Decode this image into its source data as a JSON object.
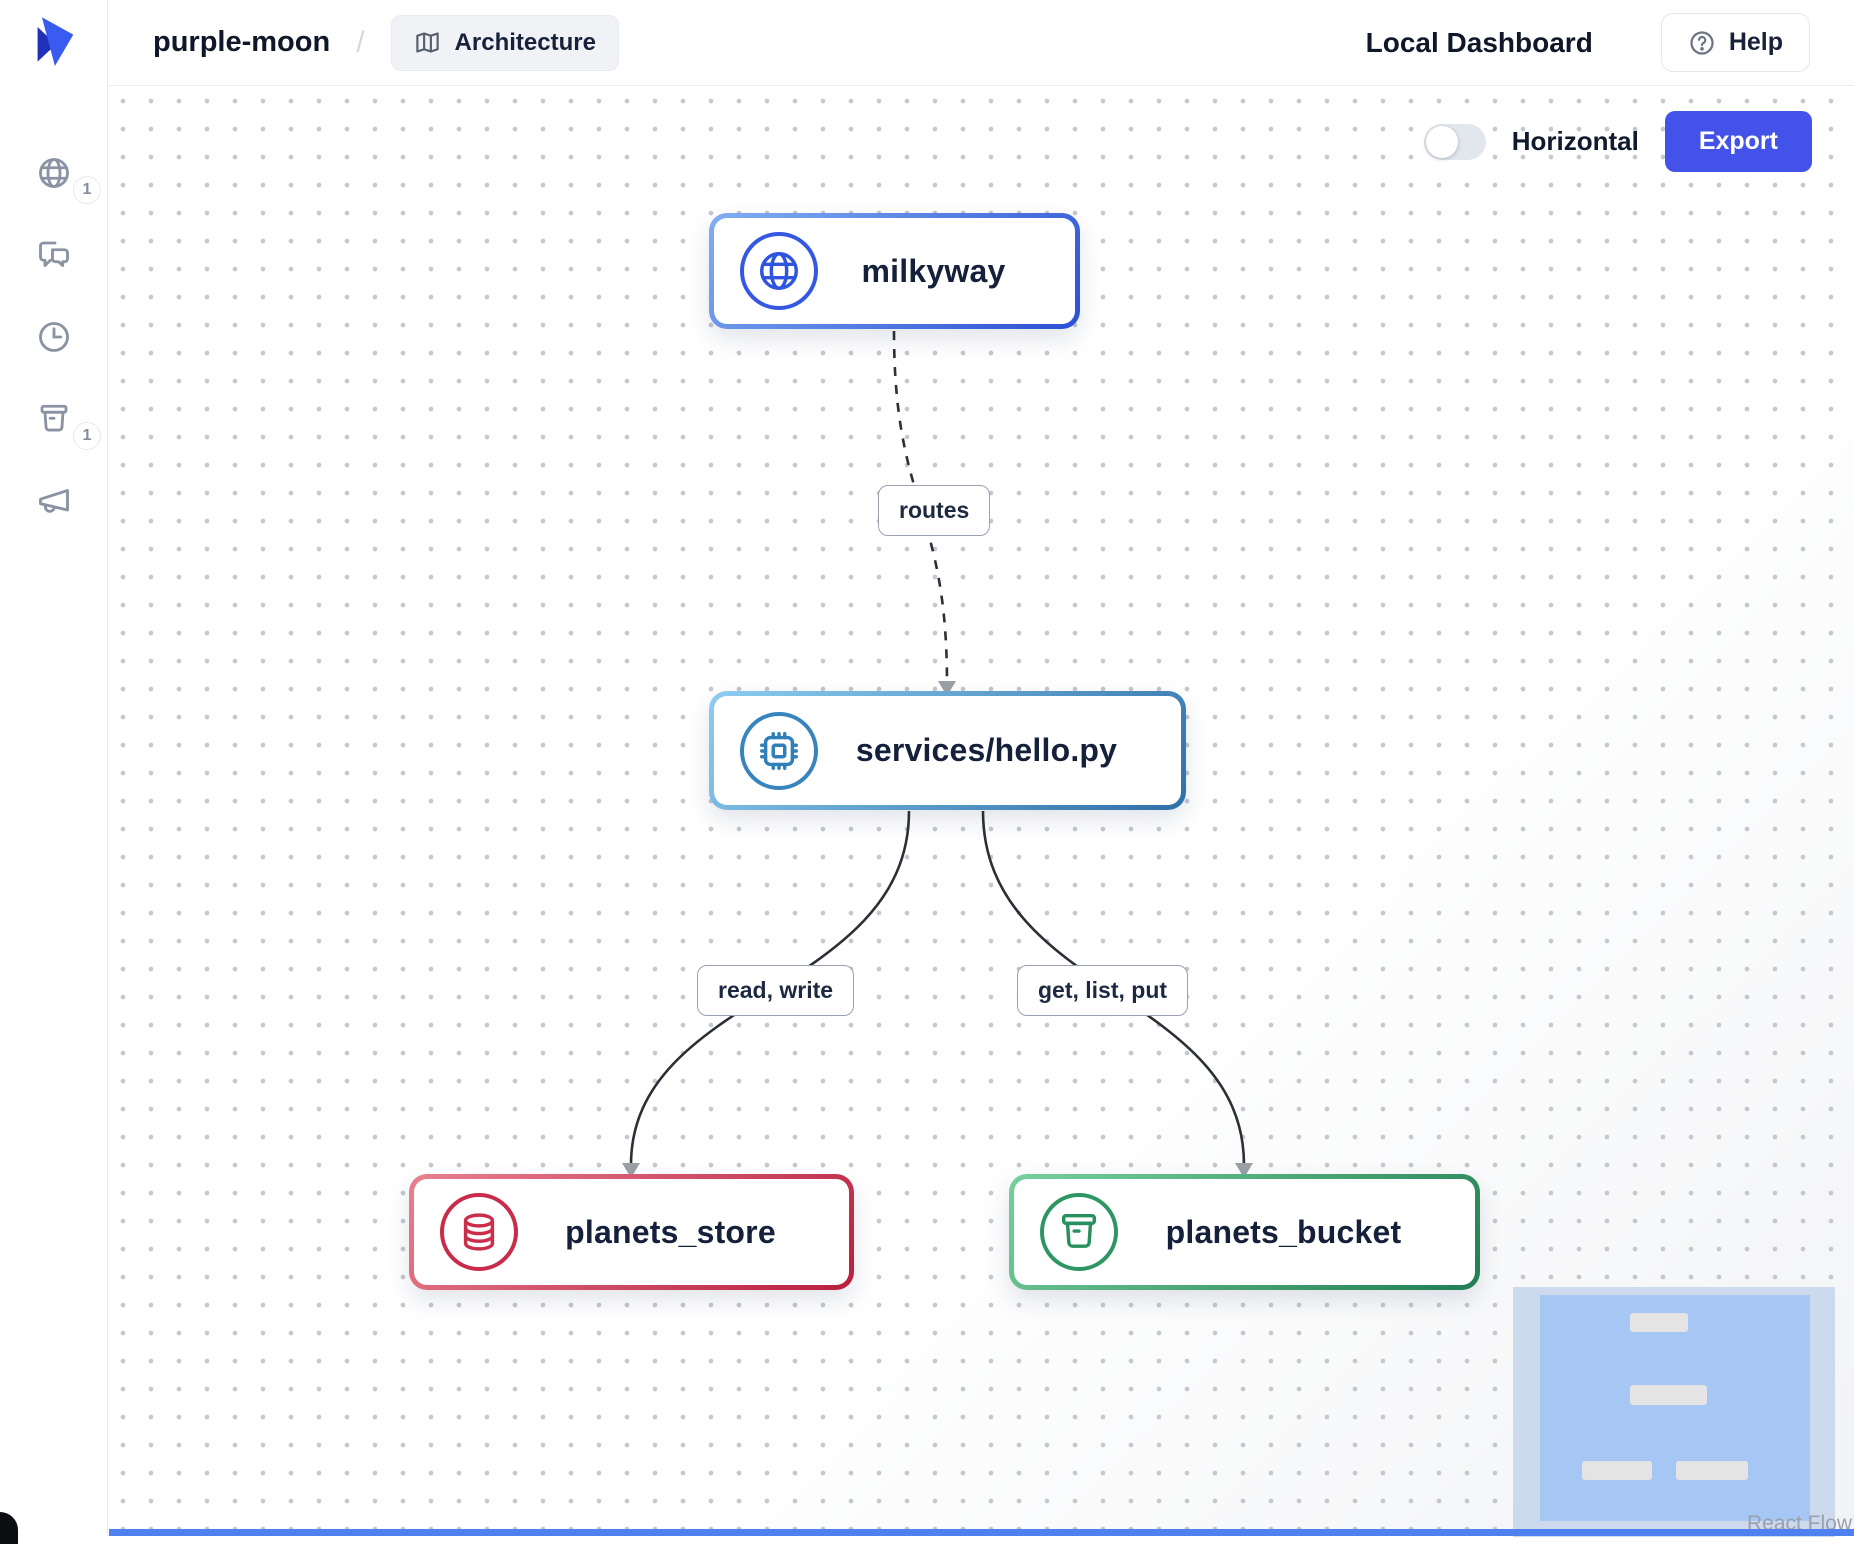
{
  "header": {
    "project": "purple-moon",
    "separator": "/",
    "view_label": "Architecture",
    "dashboard_title": "Local Dashboard",
    "help_label": "Help"
  },
  "sidebar": {
    "items": [
      {
        "icon": "globe-icon",
        "badge": "1"
      },
      {
        "icon": "chat-icon",
        "badge": ""
      },
      {
        "icon": "history-icon",
        "badge": ""
      },
      {
        "icon": "bucket-icon",
        "badge": "1"
      },
      {
        "icon": "megaphone-icon",
        "badge": ""
      }
    ]
  },
  "canvas": {
    "toggle_label": "Horizontal",
    "toggle_state": "off",
    "export_label": "Export",
    "attribution": "React Flow"
  },
  "diagram": {
    "type": "flow-graph",
    "nodes": [
      {
        "id": "milkyway",
        "label": "milkyway",
        "icon": "globe-icon",
        "theme_color": "#2b4fd4"
      },
      {
        "id": "services-hello",
        "label": "services/hello.py",
        "icon": "cpu-icon",
        "theme_color": "#2d6fa8"
      },
      {
        "id": "planets-store",
        "label": "planets_store",
        "icon": "database-icon",
        "theme_color": "#b81f3e"
      },
      {
        "id": "planets-bucket",
        "label": "planets_bucket",
        "icon": "bucket-icon",
        "theme_color": "#1f7e52"
      }
    ],
    "edges": [
      {
        "from": "milkyway",
        "to": "services-hello",
        "label": "routes",
        "style": "dashed"
      },
      {
        "from": "services-hello",
        "to": "planets-store",
        "label": "read, write",
        "style": "solid"
      },
      {
        "from": "services-hello",
        "to": "planets-bucket",
        "label": "get, list, put",
        "style": "solid"
      }
    ]
  },
  "colors": {
    "accent": "#4353e9",
    "node_blue": "#2b4fd4",
    "node_teal": "#2d6fa8",
    "node_red": "#b81f3e",
    "node_green": "#1f7e52",
    "edge": "#2b3036",
    "minimap_fill": "#a6c7f4"
  }
}
